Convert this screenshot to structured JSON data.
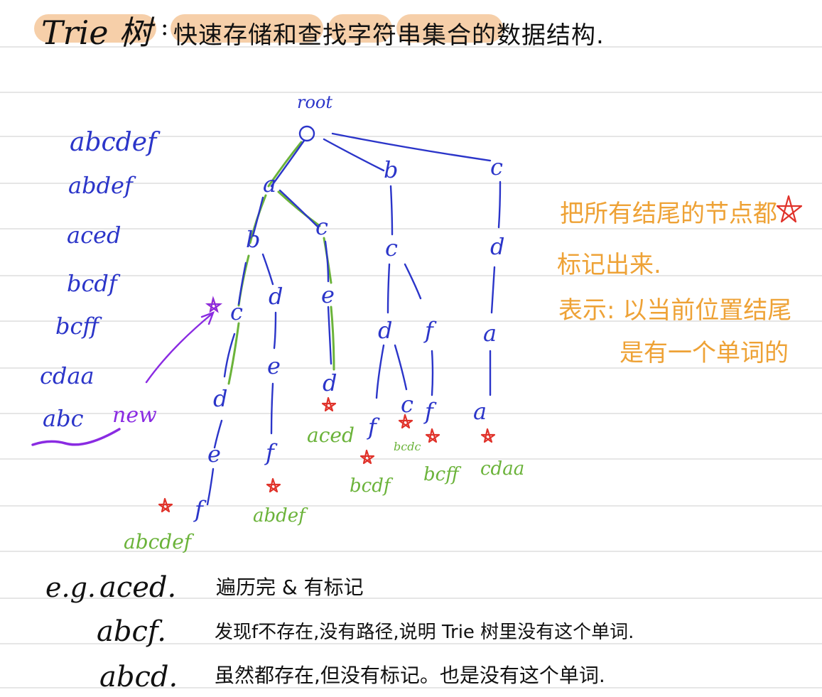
{
  "title": {
    "main": "Trie 树",
    "colon": ":",
    "desc": "快速存储和查找字符串集合的数据结构."
  },
  "root_label": "root",
  "word_list": [
    "abcdef",
    "abdef",
    "aced",
    "bcdf",
    "bcff",
    "cdaa"
  ],
  "new_word": "abc",
  "new_label": "new",
  "nodes": {
    "n_a": "a",
    "n_b": "b",
    "n_c": "c",
    "n_ab": "b",
    "n_ac": "c",
    "n_bc": "c",
    "n_cd": "d",
    "n_abc": "c",
    "n_abd": "d",
    "n_ace": "e",
    "n_bcd": "d",
    "n_bcf": "f",
    "n_cda": "a",
    "n_abcd": "d",
    "n_abde": "e",
    "n_aced": "d",
    "n_bcdf": "f",
    "n_bcdc": "c",
    "n_bcff": "f",
    "n_cdaa": "a",
    "n_abcde": "e",
    "n_abdef": "f",
    "n_abcdef": "f"
  },
  "end_labels": {
    "abcdef": "abcdef",
    "abdef": "abdef",
    "aced": "aced",
    "bcdf": "bcdf",
    "bcdc": "bcdc",
    "bcff": "bcff",
    "cdaa": "cdaa"
  },
  "note": {
    "line1": "把所有结尾的节点都",
    "line2": "标记出来.",
    "line3": "表示: 以当前位置结尾",
    "line4": "是有一个单词的"
  },
  "examples": {
    "eg": "e.g.",
    "rows": [
      {
        "word": "aced.",
        "text": "遍历完 & 有标记"
      },
      {
        "word": "abcf.",
        "text": "发现f不存在,没有路径,说明 Trie 树里没有这个单词."
      },
      {
        "word": "abcd.",
        "text": "虽然都存在,但没有标记。也是没有这个单词."
      }
    ]
  },
  "colors": {
    "highlight": "#f5c79a",
    "tree": "#2b35c9",
    "path": "#6bb33a",
    "mark": "#e0322a",
    "note": "#eea236",
    "new": "#8a2be2"
  }
}
